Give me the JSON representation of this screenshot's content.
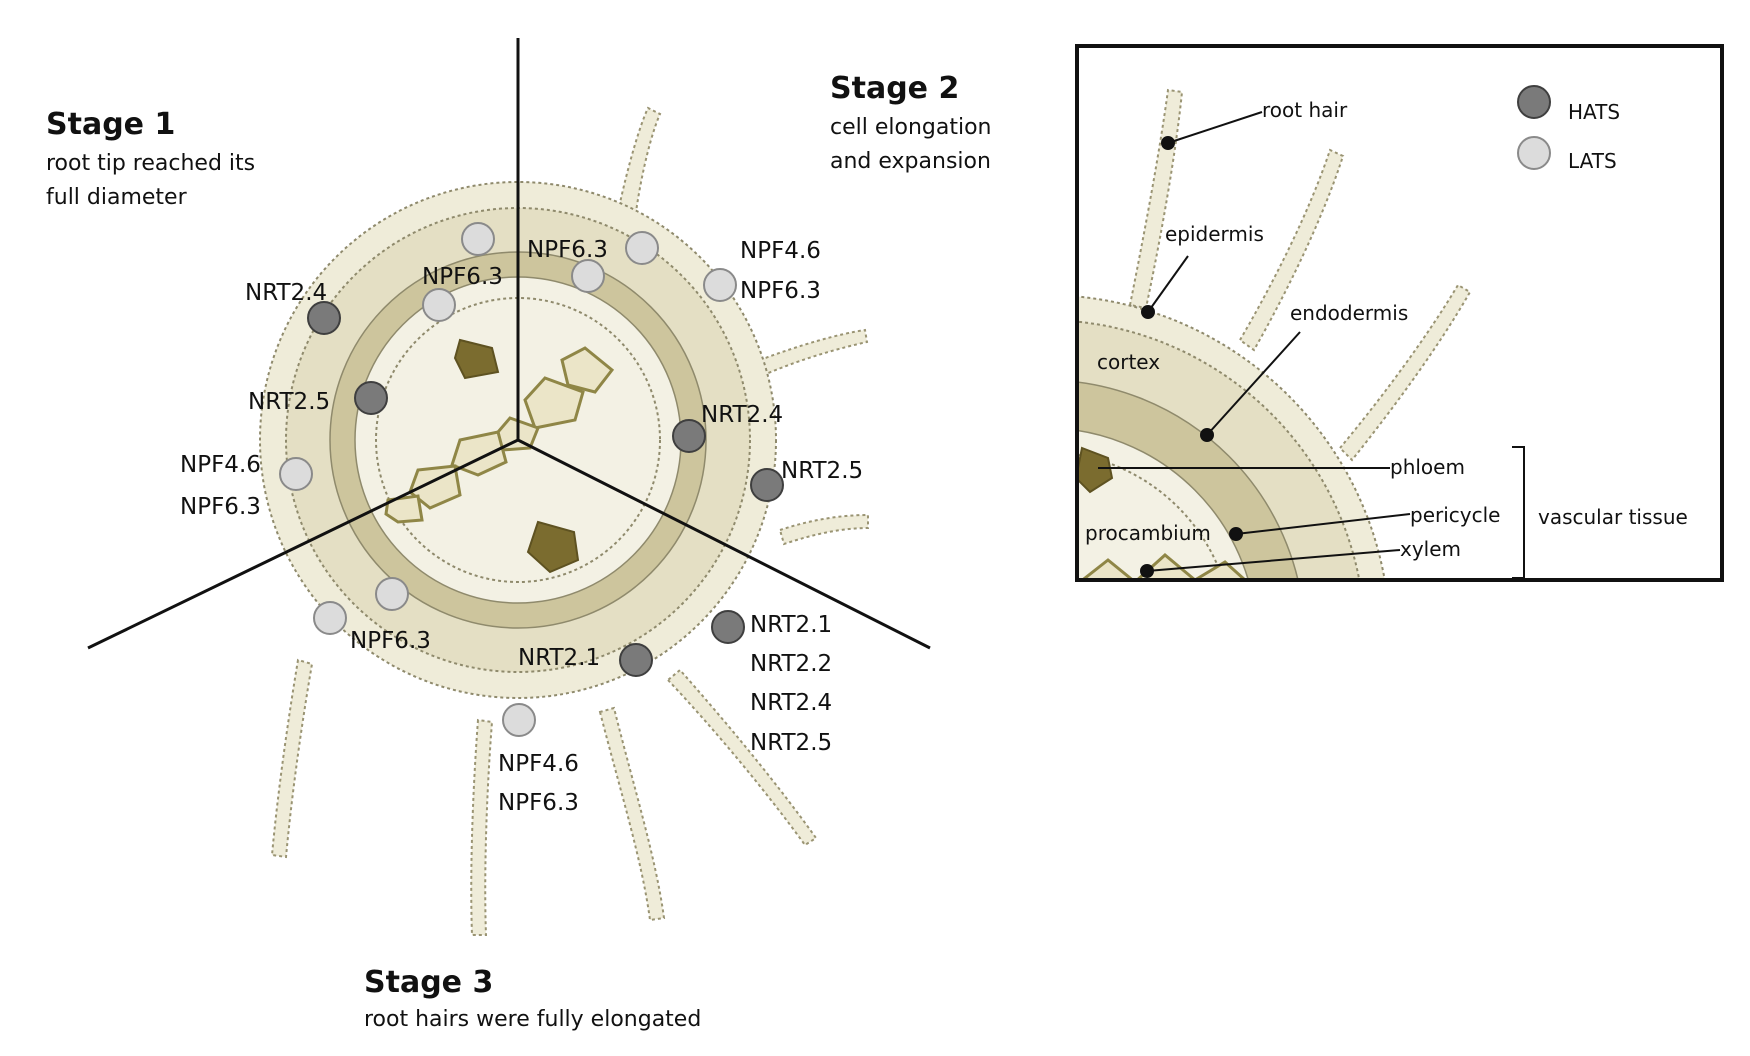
{
  "stages": [
    {
      "title": "Stage 1",
      "line1": "root tip reached its",
      "line2": "full diameter"
    },
    {
      "title": "Stage 2",
      "line1": "cell elongation",
      "line2": "and expansion"
    },
    {
      "title": "Stage 3",
      "line1": "root hairs were fully elongated",
      "line2": ""
    }
  ],
  "markers": {
    "stage1": {
      "nrt24": "NRT2.4",
      "npf63": "NPF6.3",
      "nrt25": "NRT2.5",
      "npf46_a": "NPF4.6",
      "npf63_b": "NPF6.3"
    },
    "stage2": {
      "npf63": "NPF6.3",
      "npf46": "NPF4.6",
      "npf63_b": "NPF6.3",
      "nrt24": "NRT2.4",
      "nrt25": "NRT2.5"
    },
    "stage3": {
      "npf63": "NPF6.3",
      "nrt21": "NRT2.1",
      "nrt21_b": "NRT2.1",
      "nrt22": "NRT2.2",
      "nrt24": "NRT2.4",
      "nrt25": "NRT2.5",
      "npf46": "NPF4.6",
      "npf63_b": "NPF6.3"
    }
  },
  "inset": {
    "root_hair": "root hair",
    "epidermis": "epidermis",
    "endodermis": "endodermis",
    "cortex": "cortex",
    "phloem": "phloem",
    "pericycle": "pericycle",
    "procambium": "procambium",
    "xylem": "xylem",
    "vascular_tissue": "vascular tissue"
  },
  "legend": {
    "hats": "HATS",
    "lats": "LATS"
  },
  "colors": {
    "epidermis_fill": "#efecd9",
    "cortex_fill": "#e4dfc4",
    "endodermis_fill": "#cdc59d",
    "stele_fill": "#f3f1e4",
    "phloem_fill": "#7b6c2f",
    "hats_marker": "#7a7a7a",
    "lats_marker": "#dcdcdc",
    "outline": "#a39c78"
  }
}
